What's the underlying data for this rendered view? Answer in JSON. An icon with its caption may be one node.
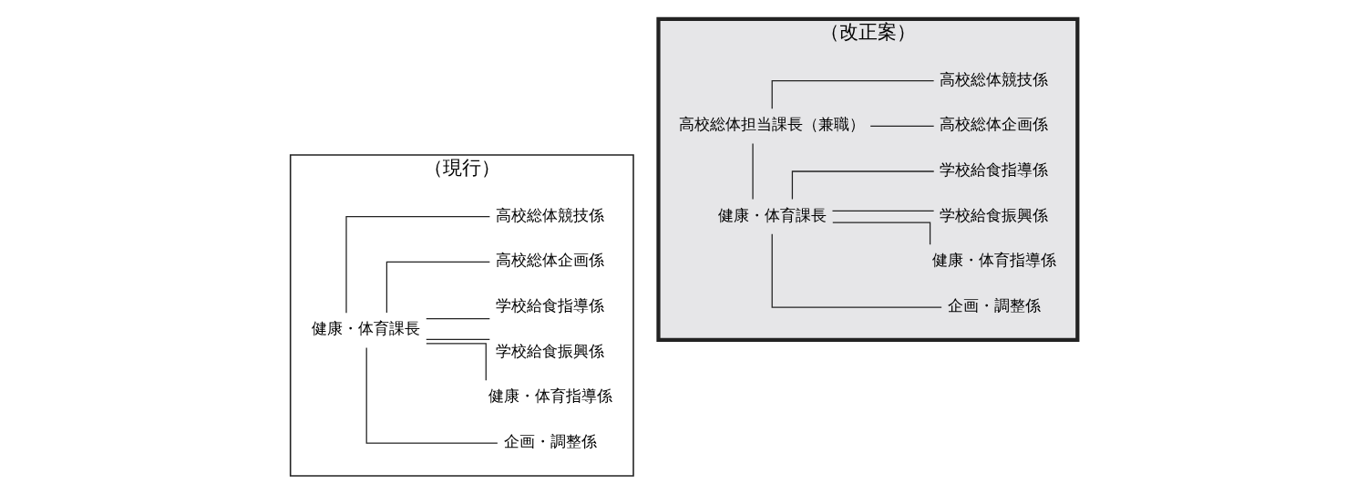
{
  "diagram": {
    "nodes": [
      {
        "text": [
          "（現行）"
        ]
      },
      {
        "text": [
          "健康・体育課長"
        ],
        "in": 0
      },
      {
        "text": [
          "企画・調整係"
        ],
        "in": 0
      },
      {
        "text": [
          "健康・体育指導係"
        ],
        "in": 0
      },
      {
        "text": [
          "学校給食振興係"
        ],
        "in": 0
      },
      {
        "text": [
          "学校給食指導係"
        ],
        "in": 0
      },
      {
        "text": [
          "高校総体企画係"
        ],
        "in": 0
      },
      {
        "text": [
          "高校総体競技係"
        ],
        "in": 0
      },
      {
        "text": [
          "（改正案）"
        ]
      },
      {
        "text": [
          "健康・体育課長"
        ],
        "in": 8
      },
      {
        "text": [
          "企画・調整係"
        ],
        "in": 8
      },
      {
        "text": [
          "健康・体育指導係"
        ],
        "in": 8
      },
      {
        "text": [
          "学校給食振興係"
        ],
        "in": 8
      },
      {
        "text": [
          "学校給食指導係"
        ],
        "in": 8
      },
      {
        "text": [
          "高校総体担当課長（兼職）"
        ],
        "in": 8
      },
      {
        "text": [
          "高校総体企画係"
        ],
        "in": 8
      },
      {
        "text": [
          "高校総体競技係"
        ],
        "in": 8
      }
    ],
    "edges": [
      {
        "from": 1,
        "to": 2,
        "arrow": "none"
      },
      {
        "from": 1,
        "to": 3,
        "arrow": "none"
      },
      {
        "from": 1,
        "to": 4,
        "arrow": "none"
      },
      {
        "from": 1,
        "to": 5,
        "arrow": "none"
      },
      {
        "from": 1,
        "to": 6,
        "arrow": "none"
      },
      {
        "from": 1,
        "to": 7,
        "arrow": "none"
      },
      {
        "from": 9,
        "to": 10,
        "arrow": "none"
      },
      {
        "from": 9,
        "to": 11,
        "arrow": "none"
      },
      {
        "from": 9,
        "to": 12,
        "arrow": "none"
      },
      {
        "from": 9,
        "to": 13,
        "arrow": "none"
      },
      {
        "from": 9,
        "to": 14,
        "arrow": "none"
      },
      {
        "from": 14,
        "to": 15,
        "arrow": "none"
      },
      {
        "from": 14,
        "to": 16,
        "arrow": "none"
      }
    ]
  }
}
